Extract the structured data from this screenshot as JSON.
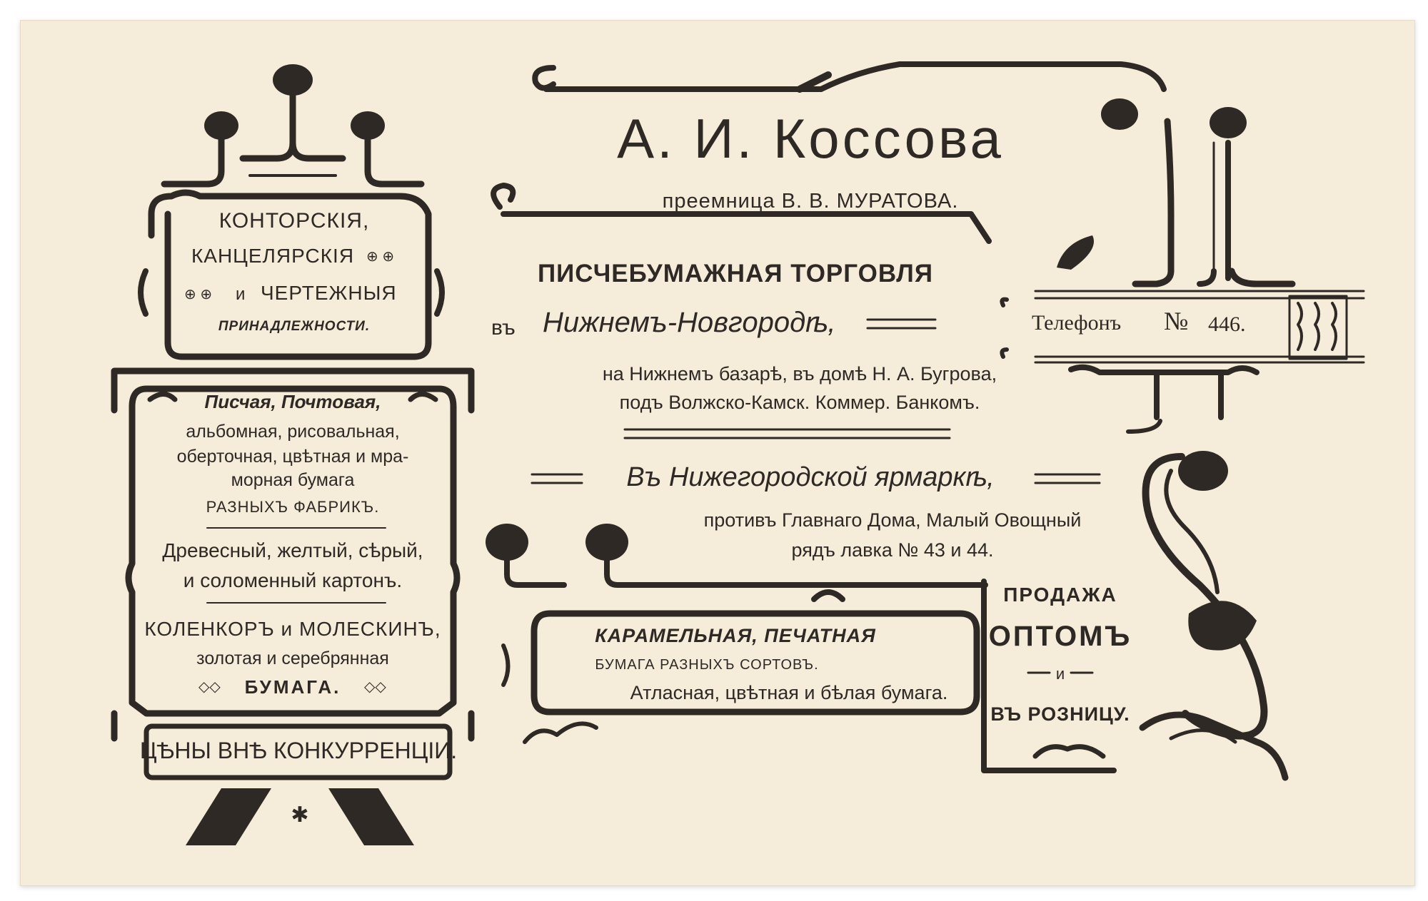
{
  "header": {
    "firm_name": "А. И. Коссова",
    "successor_line": "преемница В. В. МУРАТОВА.",
    "trade": "ПИСЧЕБУМАЖНАЯ ТОРГОВЛЯ"
  },
  "address_city": {
    "prefix": "въ",
    "city": "Нижнемъ-Новгородѣ,",
    "line1": "на Нижнемъ базарѣ, въ домѣ Н. А. Бугрова,",
    "line2": "подъ Волжско-Камск. Коммер. Банкомъ."
  },
  "address_fair": {
    "title": "Въ Нижегородской ярмаркѣ,",
    "line1": "противъ Главнаго Дома, Малый Овощный",
    "line2": "рядъ лавка № 43 и 44."
  },
  "phone": {
    "label": "Телефонъ",
    "number_sign": "№",
    "number": "446."
  },
  "left_top_panel": {
    "line1": "КОНТОРСКІЯ,",
    "line2": "КАНЦЕЛЯРСКІЯ",
    "line3_conj": "и",
    "line3": "ЧЕРТЕЖНЫЯ",
    "line4": "ПРИНАДЛЕЖНОСТИ."
  },
  "left_main_panel": {
    "l1": "Писчая, Почтовая,",
    "l2": "альбомная, рисовальная,",
    "l3": "оберточная, цвѣтная и мра-",
    "l4": "морная бумага",
    "l5": "РАЗНЫХЪ ФАБРИКЪ.",
    "l6": "Древесный, желтый, сѣрый,",
    "l7": "и соломенный картонъ.",
    "l8": "КОЛЕНКОРЪ и МОЛЕСКИНЪ,",
    "l9": "золотая и серебрянная",
    "l10": "БУМАГА."
  },
  "prices_banner": "ЦѢНЫ ВНѢ КОНКУРРЕНЦІИ.",
  "caramel_panel": {
    "l1": "КАРАМЕЛЬНАЯ, ПЕЧАТНАЯ",
    "l2": "БУМАГА РАЗНЫХЪ СОРТОВЪ.",
    "l3": "Атласная, цвѣтная и бѣлая бумага."
  },
  "sales": {
    "l1": "ПРОДАЖА",
    "l2": "ОПТОМЪ",
    "l3": "и",
    "l4": "ВЪ РОЗНИЦУ."
  },
  "colors": {
    "paper": "#f5edd9",
    "ink": "#2e2925",
    "ink_soft": "#4a4239"
  }
}
